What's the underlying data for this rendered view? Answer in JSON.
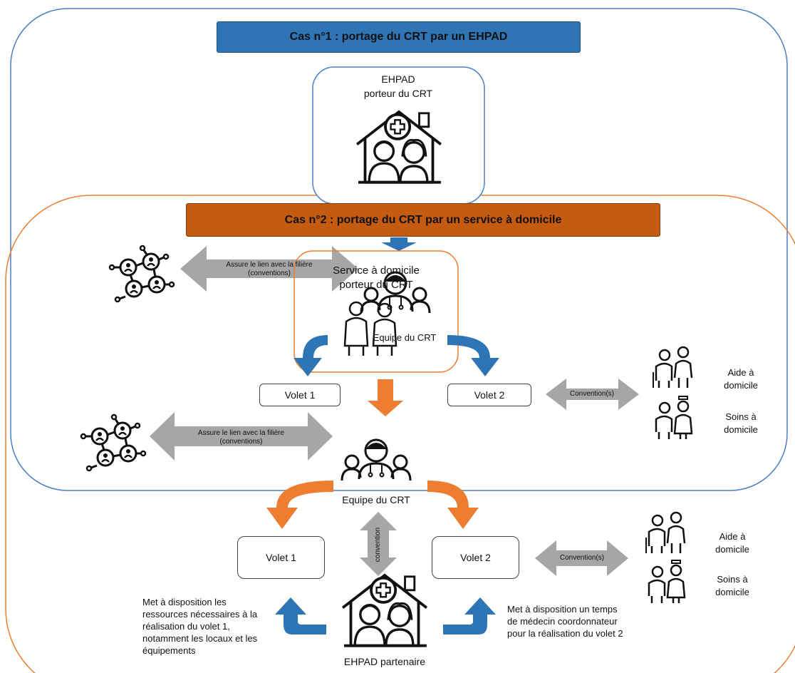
{
  "case1": {
    "banner": "Cas n°1 : portage du CRT par un EHPAD",
    "ehpad_title": "EHPAD",
    "ehpad_sub": "porteur du CRT"
  },
  "case2": {
    "banner": "Cas n°2 : portage du CRT par un service à domicile",
    "service_title": "Service à domicile",
    "service_sub": "porteur du CRT",
    "team": "Equipe du CRT",
    "link_line1": "Assure le lien avec la filière",
    "link_line2": "(conventions)",
    "volet1": "Volet 1",
    "volet2": "Volet 2",
    "convention": "Convention(s)",
    "aide_l1": "Aide à",
    "aide_l2": "domicile",
    "soins_l1": "Soins à",
    "soins_l2": "domicile"
  },
  "bottom": {
    "link_line1": "Assure le lien avec la filière",
    "link_line2": "(conventions)",
    "team": "Equipe du CRT",
    "volet1": "Volet 1",
    "volet2": "Volet 2",
    "convention_vertical": "convention",
    "convention": "Convention(s)",
    "aide_l1": "Aide à",
    "aide_l2": "domicile",
    "soins_l1": "Soins à",
    "soins_l2": "domicile",
    "partner": "EHPAD partenaire",
    "left_note": "Met à disposition les ressources nécessaires à la réalisation du volet 1, notamment les locaux et les équipements",
    "right_note": "Met à disposition un temps de médecin coordonnateur pour la réalisation du volet 2"
  },
  "colors": {
    "blue_banner": "#2f75b6",
    "orange_banner": "#c55a11",
    "outline_blue": "#4a7fc1",
    "outline_orange": "#ed7d31",
    "arrow_blue": "#2e75b6",
    "arrow_orange": "#ed7d31",
    "arrow_gray": "#a6a6a6"
  }
}
